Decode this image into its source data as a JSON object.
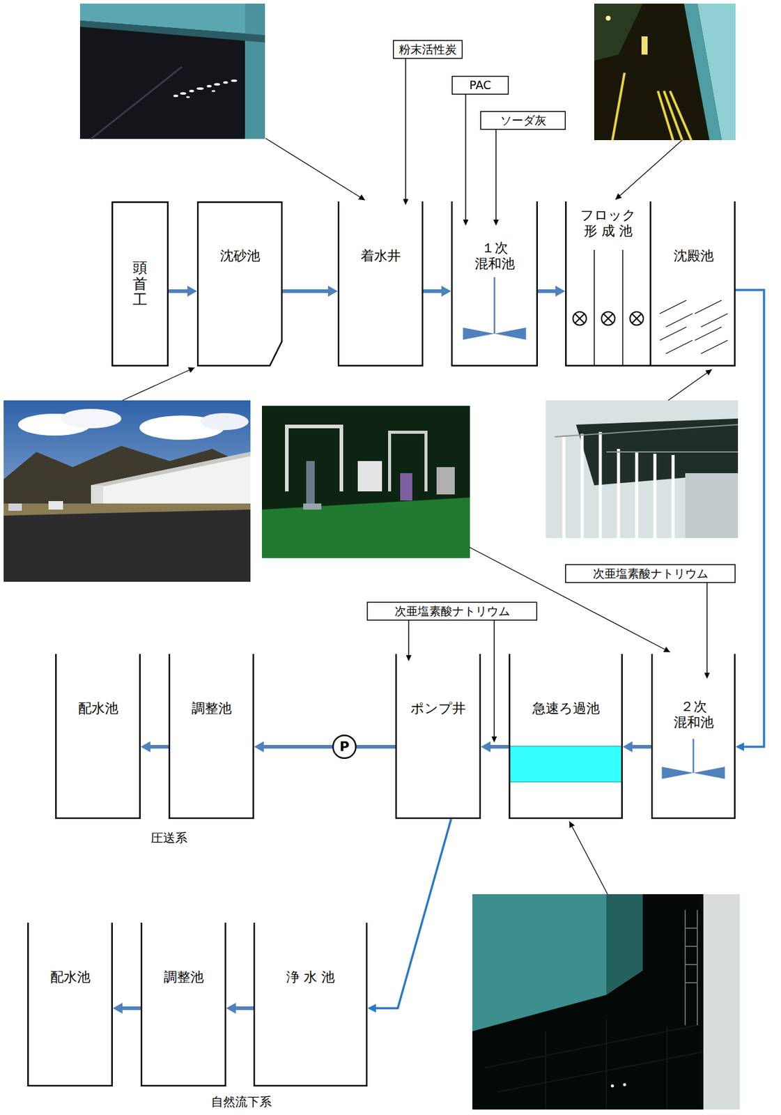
{
  "diagram": {
    "nodes": [
      {
        "text": [
          "粉末活性炭"
        ]
      },
      {
        "text": [
          "PAC"
        ]
      },
      {
        "text": [
          "ソーダ灰"
        ]
      },
      {
        "text": [
          "頭首工"
        ]
      },
      {
        "text": [
          "沈砂池"
        ]
      },
      {
        "text": [
          "着水井"
        ]
      },
      {
        "text": [
          "１次 混和池"
        ]
      },
      {
        "text": [
          "フロック 形 成 池"
        ]
      },
      {
        "text": [
          "沈殿池"
        ]
      },
      {
        "text": [
          "次亜塩素酸ナトリウム"
        ]
      },
      {
        "text": [
          "次亜塩素酸ナトリウム"
        ]
      },
      {
        "text": [
          "配水池"
        ]
      },
      {
        "text": [
          "調整池"
        ]
      },
      {
        "text": [
          "P"
        ]
      },
      {
        "text": [
          "ポンプ井"
        ]
      },
      {
        "text": [
          "急速ろ過池"
        ]
      },
      {
        "text": [
          "２次 混和池"
        ]
      },
      {
        "text": [
          "配水池"
        ]
      },
      {
        "text": [
          "調整池"
        ]
      },
      {
        "text": [
          "浄 水 池"
        ]
      }
    ],
    "edges": [
      {
        "from": 3,
        "to": 4,
        "arrow": "to"
      },
      {
        "from": 4,
        "to": 5,
        "arrow": "to"
      },
      {
        "from": 5,
        "to": 6,
        "arrow": "to"
      },
      {
        "from": 6,
        "to": 7,
        "arrow": "to"
      },
      {
        "from": 8,
        "to": 16,
        "arrow": "to"
      },
      {
        "from": 16,
        "to": 15,
        "arrow": "to"
      },
      {
        "from": 15,
        "to": 14,
        "arrow": "to"
      },
      {
        "from": 14,
        "to": 13,
        "arrow": "none"
      },
      {
        "from": 13,
        "to": 12,
        "arrow": "to"
      },
      {
        "from": 12,
        "to": 11,
        "arrow": "to"
      },
      {
        "from": 14,
        "to": 19,
        "arrow": "to"
      },
      {
        "from": 19,
        "to": 18,
        "arrow": "to"
      },
      {
        "from": 18,
        "to": 17,
        "arrow": "to"
      },
      {
        "from": 0,
        "to": 5,
        "arrow": "to"
      },
      {
        "from": 1,
        "to": 6,
        "arrow": "to"
      },
      {
        "from": 2,
        "to": 6,
        "arrow": "to"
      },
      {
        "from": 9,
        "to": 16,
        "arrow": "to"
      },
      {
        "from": 10,
        "to": 14,
        "arrow": "to"
      },
      {
        "from": 10,
        "to": 14,
        "arrow": "to"
      }
    ],
    "labels": [
      "圧送系",
      "自然流下系"
    ]
  }
}
